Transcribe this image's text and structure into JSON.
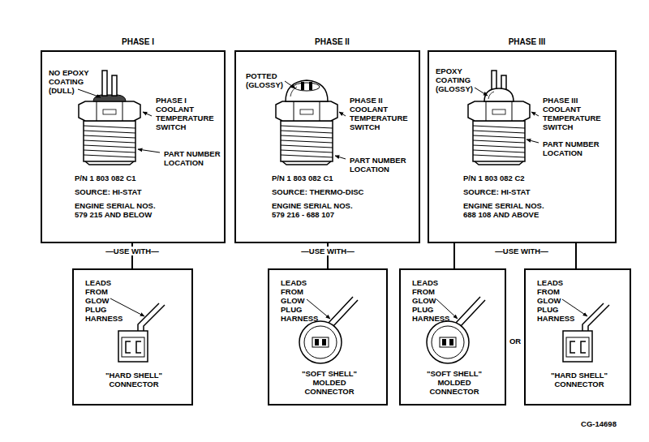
{
  "diagram": {
    "nodes": [
      {
        "text": [
          "PHASE I",
          "NO EPOXY COATING (DULL)",
          "PHASE I COOLANT TEMPERATURE SWITCH",
          "PART NUMBER LOCATION",
          "P/N 1 803 082 C1",
          "SOURCE: HI-STAT",
          "ENGINE SERIAL NOS. 579 215 AND BELOW"
        ]
      },
      {
        "text": [
          "PHASE II",
          "POTTED (GLOSSY)",
          "PHASE II COOLANT TEMPERATURE SWITCH",
          "PART NUMBER LOCATION",
          "P/N 1 803 082 C1",
          "SOURCE: THERMO-DISC",
          "ENGINE SERIAL NOS. 579 216 - 688 107"
        ]
      },
      {
        "text": [
          "PHASE III",
          "EPOXY COATING (GLOSSY)",
          "PHASE III COOLANT TEMPERATURE SWITCH",
          "PART NUMBER LOCATION",
          "P/N 1 803 082 C2",
          "SOURCE: HI-STAT",
          "ENGINE SERIAL NOS. 688 108 AND ABOVE"
        ]
      },
      {
        "text": [
          "LEADS FROM GLOW PLUG HARNESS",
          "\"HARD SHELL\" CONNECTOR"
        ]
      },
      {
        "text": [
          "LEADS FROM GLOW PLUG HARNESS",
          "\"SOFT SHELL\" MOLDED CONNECTOR"
        ]
      },
      {
        "text": [
          "LEADS FROM GLOW PLUG HARNESS",
          "\"SOFT SHELL\" MOLDED CONNECTOR"
        ]
      },
      {
        "text": [
          "LEADS FROM GLOW PLUG HARNESS",
          "\"HARD SHELL\" CONNECTOR"
        ]
      }
    ],
    "edges": [
      {
        "from": 0,
        "to": 3,
        "arrow": "none",
        "label": "—USE WITH—"
      },
      {
        "from": 1,
        "to": 4,
        "arrow": "none",
        "label": "—USE WITH—"
      },
      {
        "from": 2,
        "to": 5,
        "arrow": "none"
      },
      {
        "from": 2,
        "to": 6,
        "arrow": "none"
      }
    ],
    "labels": [
      "—USE WITH—",
      "OR",
      "CG-14698"
    ]
  }
}
